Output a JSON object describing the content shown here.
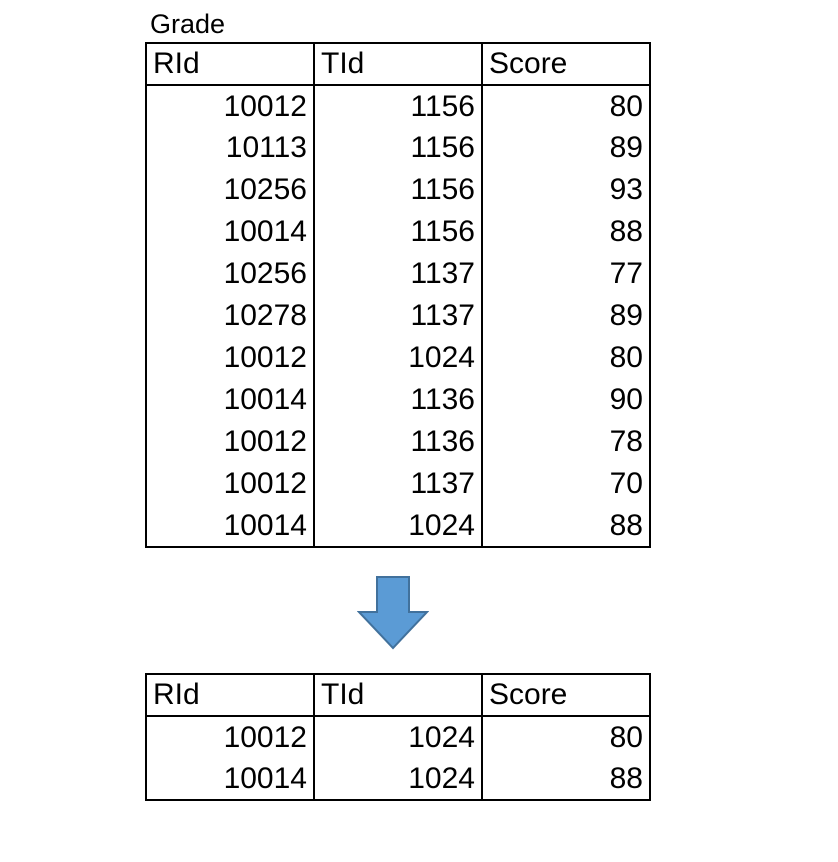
{
  "source_table": {
    "caption": "Grade",
    "columns": [
      "RId",
      "TId",
      "Score"
    ],
    "rows": [
      [
        "10012",
        "1156",
        "80"
      ],
      [
        "10113",
        "1156",
        "89"
      ],
      [
        "10256",
        "1156",
        "93"
      ],
      [
        "10014",
        "1156",
        "88"
      ],
      [
        "10256",
        "1137",
        "77"
      ],
      [
        "10278",
        "1137",
        "89"
      ],
      [
        "10012",
        "1024",
        "80"
      ],
      [
        "10014",
        "1136",
        "90"
      ],
      [
        "10012",
        "1136",
        "78"
      ],
      [
        "10012",
        "1137",
        "70"
      ],
      [
        "10014",
        "1024",
        "88"
      ]
    ]
  },
  "arrow": {
    "icon": "down-arrow-icon",
    "fill_color": "#5b9bd5",
    "stroke_color": "#41719c"
  },
  "result_table": {
    "columns": [
      "RId",
      "TId",
      "Score"
    ],
    "rows": [
      [
        "10012",
        "1024",
        "80"
      ],
      [
        "10014",
        "1024",
        "88"
      ]
    ]
  }
}
